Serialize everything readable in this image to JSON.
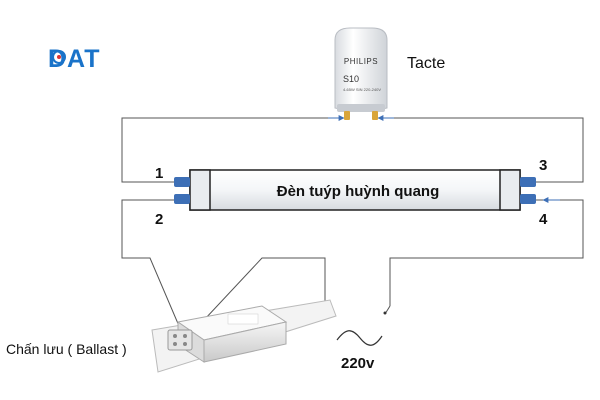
{
  "logo": {
    "text": "DAT",
    "color": "#1a73c9"
  },
  "starter": {
    "label": "Tacte",
    "brand": "PHILIPS",
    "model": "S10",
    "small_print": "4-65W  SIN 220-240V"
  },
  "tube": {
    "label": "Đèn tuýp huỳnh quang",
    "pins": [
      "1",
      "2",
      "3",
      "4"
    ]
  },
  "ballast": {
    "label": "Chấn lưu ( Ballast )"
  },
  "supply": {
    "label": "220v"
  },
  "colors": {
    "pin": "#3d6fb6",
    "wire": "#555555",
    "tube_border": "#222222",
    "starter_body": "#eef0f3",
    "starter_pins": "#d9a53a"
  }
}
